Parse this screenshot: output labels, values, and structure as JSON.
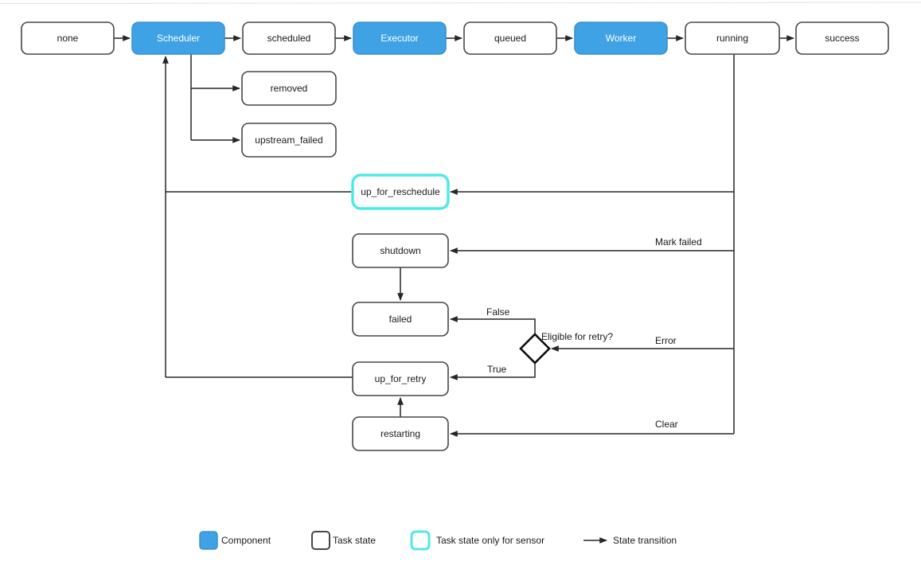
{
  "diagram": {
    "nodes": {
      "none": "none",
      "scheduler": "Scheduler",
      "scheduled": "scheduled",
      "executor": "Executor",
      "queued": "queued",
      "worker": "Worker",
      "running": "running",
      "success": "success",
      "removed": "removed",
      "upstream_failed": "upstream_failed",
      "up_for_reschedule": "up_for_reschedule",
      "shutdown": "shutdown",
      "failed": "failed",
      "up_for_retry": "up_for_retry",
      "restarting": "restarting"
    },
    "decision_label": "Eligible for retry?",
    "edge_labels": {
      "mark_failed": "Mark failed",
      "error": "Error",
      "clear": "Clear",
      "retry_false": "False",
      "retry_true": "True"
    },
    "colors": {
      "component_fill": "#3FA2E4",
      "component_text": "#FFFFFF",
      "task_state_border": "#474747",
      "sensor_border": "#4DE9EA",
      "transition_line": "#262626"
    }
  },
  "legend": {
    "component_label": "Component",
    "task_state_label": "Task state",
    "sensor_label": "Task state only for sensor",
    "transition_label": "State transition"
  }
}
